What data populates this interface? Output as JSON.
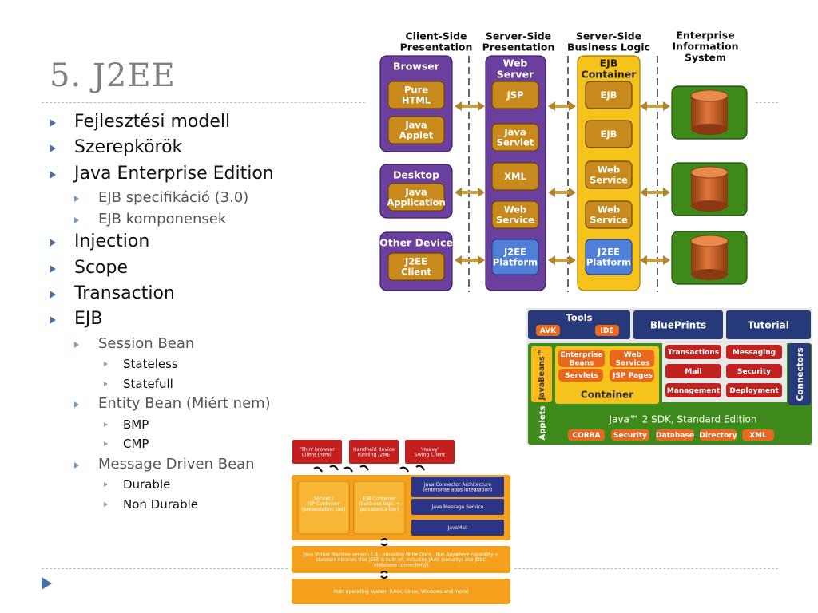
{
  "slide": {
    "title": "5. J2EE",
    "bullets": [
      {
        "level": 1,
        "text": "Fejlesztési modell"
      },
      {
        "level": 1,
        "text": "Szerepkörök"
      },
      {
        "level": 1,
        "text": "Java Enterprise Edition"
      },
      {
        "level": 2,
        "text": "EJB specifikáció (3.0)"
      },
      {
        "level": 2,
        "text": "EJB komponensek"
      },
      {
        "level": 1,
        "text": "Injection"
      },
      {
        "level": 1,
        "text": "Scope"
      },
      {
        "level": 1,
        "text": "Transaction"
      },
      {
        "level": 1,
        "text": "EJB"
      },
      {
        "level": 2,
        "text": "Session Bean"
      },
      {
        "level": 3,
        "text": "Stateless"
      },
      {
        "level": 3,
        "text": "Statefull"
      },
      {
        "level": 2,
        "text": "Entity Bean (Miért nem)"
      },
      {
        "level": 3,
        "text": "BMP"
      },
      {
        "level": 3,
        "text": "CMP"
      },
      {
        "level": 2,
        "text": "Message Driven Bean"
      },
      {
        "level": 3,
        "text": "Durable"
      },
      {
        "level": 3,
        "text": "Non Durable"
      }
    ]
  },
  "tiers_diagram": {
    "headers": {
      "client": [
        "Client-Side",
        "Presentation"
      ],
      "server": [
        "Server-Side",
        "Presentation"
      ],
      "business": [
        "Server-Side",
        "Business Logic"
      ],
      "eis": [
        "Enterprise",
        "Information",
        "System"
      ]
    },
    "browser": {
      "title": "Browser",
      "items": [
        [
          "Pure",
          "HTML"
        ],
        [
          "Java",
          "Applet"
        ]
      ]
    },
    "desktop": {
      "title": "Desktop",
      "items": [
        [
          "Java",
          "Application"
        ]
      ]
    },
    "other": {
      "title": "Other Device",
      "items": [
        [
          "J2EE",
          "Client"
        ]
      ]
    },
    "web_server": {
      "title": [
        "Web",
        "Server"
      ],
      "items": [
        [
          "JSP"
        ],
        [
          "Java",
          "Servlet"
        ],
        [
          "XML"
        ],
        [
          "Web",
          "Service"
        ],
        [
          "J2EE",
          "Platform"
        ]
      ]
    },
    "ejb_container": {
      "title": [
        "EJB",
        "Container"
      ],
      "items": [
        [
          "EJB"
        ],
        [
          "EJB"
        ],
        [
          "Web",
          "Service"
        ],
        [
          "Web",
          "Service"
        ],
        [
          "J2EE",
          "Platform"
        ]
      ]
    }
  },
  "platform_diagram": {
    "tools": {
      "label": "Tools",
      "items": [
        "AVK",
        "IDE"
      ]
    },
    "blueprints": "BluePrints",
    "tutorial": "Tutorial",
    "javabeans": "JavaBeans™",
    "applets": "Applets",
    "connectors": "Connectors",
    "container": "Container",
    "component_tiles": [
      [
        "Enterprise",
        "Beans"
      ],
      [
        "Web",
        "Services"
      ],
      [
        "Servlets"
      ],
      [
        "JSP Pages"
      ]
    ],
    "services": [
      "Transactions",
      "Messaging",
      "Mail",
      "Security",
      "Management",
      "Deployment"
    ],
    "sdk": "Java™ 2 SDK, Standard Edition",
    "sdk_items": [
      "CORBA",
      "Security",
      "Database",
      "Directory",
      "XML"
    ]
  },
  "stack_diagram": {
    "clients": [
      [
        "'Thin' browser",
        "Client (html)"
      ],
      [
        "Handheld device",
        "running J2ME"
      ],
      [
        "'Heavy'",
        "Swing Client"
      ]
    ],
    "servlet_container": [
      "Servlet /",
      "JSP Container",
      "(presentation tier)"
    ],
    "ejb_container": [
      "EJB Container",
      "(business logic +",
      "persistence tier)"
    ],
    "services": [
      [
        "Java Connector Architecture",
        "(enterprise apps integration)"
      ],
      [
        "Java Message Service"
      ],
      [
        "JavaMail"
      ]
    ],
    "jvm": [
      "Java Virtual Machine version 1.4 - providing Write Once , Run Anywhere capability +",
      "standard libraries that J2EE is built on, including JAAS (security) and JDBC",
      "(database connectivity)"
    ],
    "os": "Host operating system (Unix, Linux, Windows and more)"
  },
  "colors": {
    "purple": "#6b3f9e",
    "orange": "#c88a1c",
    "yellow": "#f6c21c",
    "green": "#3d8a1a",
    "navy": "#263a7a",
    "red": "#c0221f",
    "accent": "#4a6fa5"
  }
}
